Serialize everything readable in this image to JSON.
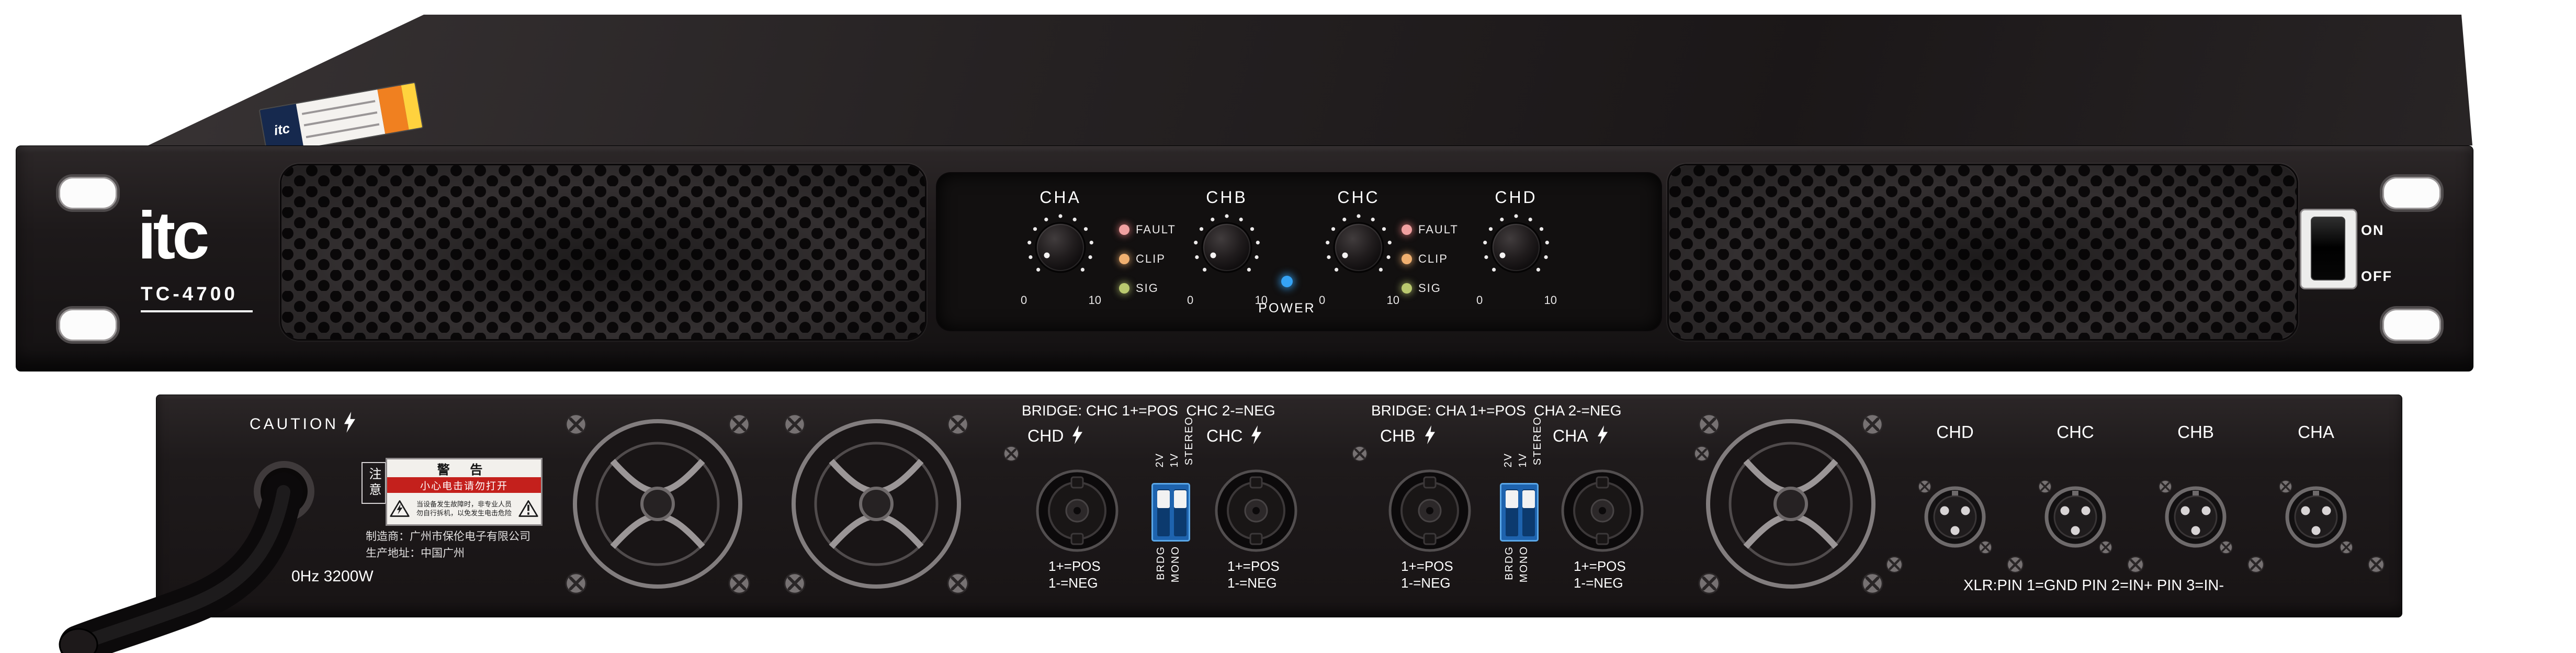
{
  "brand": {
    "logo_text": "itc",
    "model": "TC-4700"
  },
  "front_panel": {
    "channels": [
      {
        "label": "CHA"
      },
      {
        "label": "CHB"
      },
      {
        "label": "CHC"
      },
      {
        "label": "CHD"
      }
    ],
    "knob_scale": {
      "min": "0",
      "max": "10"
    },
    "indicators": [
      {
        "label": "FAULT",
        "color": "#f0a0a0"
      },
      {
        "label": "CLIP",
        "color": "#f0b070"
      },
      {
        "label": "SIG",
        "color": "#bac96f"
      }
    ],
    "power_label": "POWER",
    "power_led_color": "#35a3f5",
    "rocker_switch": {
      "on_label": "ON",
      "off_label": "OFF"
    },
    "top_sticker": {
      "brand": "itc"
    }
  },
  "rear_panel": {
    "caution_label": "CAUTION",
    "power_rating": "0Hz 3200W",
    "attention_side_label": "注意",
    "warning_sticker": {
      "title": "警 告",
      "alert_line": "小心电击请勿打开",
      "body_line1": "当设备发生故障时，非专业人员",
      "body_line2": "勿自行拆机，以免发生电击危险"
    },
    "manufacturer_line1": "制造商：广州市保伦电子有限公司",
    "manufacturer_line2": "生产地址：中国广州",
    "bridge_labels": [
      "BRIDGE: CHC 1+=POS  CHC 2-=NEG",
      "BRIDGE: CHA 1+=POS  CHA 2-=NEG"
    ],
    "speakon_outputs": [
      {
        "channel": "CHD",
        "line1": "1+=POS",
        "line2": "1-=NEG"
      },
      {
        "channel": "CHC",
        "line1": "1+=POS",
        "line2": "1-=NEG"
      },
      {
        "channel": "CHB",
        "line1": "1+=POS",
        "line2": "1-=NEG"
      },
      {
        "channel": "CHA",
        "line1": "1+=POS",
        "line2": "1-=NEG"
      }
    ],
    "dip_switch_labels": {
      "v2": "2V",
      "v1": "1V",
      "stereo": "STEREO",
      "brdg": "BRDG",
      "mono": "MONO"
    },
    "xlr_inputs": {
      "channels": [
        "CHD",
        "CHC",
        "CHB",
        "CHA"
      ],
      "pin_info": "XLR:PIN 1=GND PIN 2=IN+ PIN 3=IN-"
    }
  },
  "colors": {
    "panel_black": "#1d1a1b",
    "dip_blue": "#1e63ae",
    "warning_red": "#c4201c",
    "led_power_blue": "#35a3f5"
  }
}
